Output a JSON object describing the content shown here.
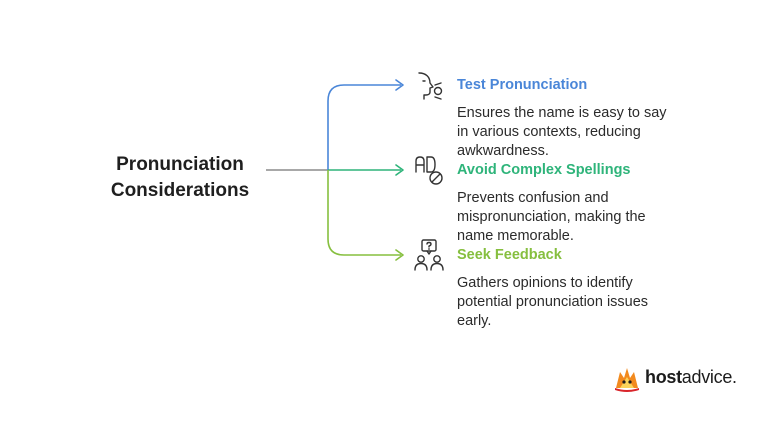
{
  "root": {
    "line1": "Pronunciation",
    "line2": "Considerations"
  },
  "items": [
    {
      "title": "Test Pronunciation",
      "desc": "Ensures the name is easy to say in various contexts, reducing awkwardness.",
      "color": "#4a86d8",
      "icon": "speaking-head-icon"
    },
    {
      "title": "Avoid Complex Spellings",
      "desc": "Prevents confusion and mispronunciation, making the name memorable.",
      "color": "#2eb47a",
      "icon": "no-spelling-icon"
    },
    {
      "title": "Seek Feedback",
      "desc": "Gathers opinions to identify potential pronunciation issues early.",
      "color": "#86bf3f",
      "icon": "feedback-people-icon"
    }
  ],
  "brand": {
    "bold": "host",
    "light": "advice."
  },
  "colors": {
    "trunk": "#8c8c8c",
    "text": "#1f1f1f"
  }
}
